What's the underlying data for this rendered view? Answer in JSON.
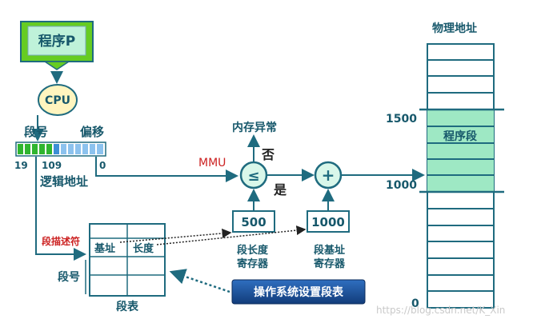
{
  "program": {
    "label": "程序P"
  },
  "cpu": {
    "label": "CPU"
  },
  "logical_address": {
    "segment_label": "段号",
    "offset_label": "偏移",
    "left_bit": "19",
    "mid_bit": "109",
    "right_bit": "0",
    "caption": "逻辑地址"
  },
  "mmu": {
    "label": "MMU"
  },
  "comparator": {
    "symbol": "≤",
    "exception_label": "内存异常",
    "no_label": "否",
    "yes_label": "是"
  },
  "adder": {
    "symbol": "+"
  },
  "length_register": {
    "value": "500",
    "caption": "段长度寄存器"
  },
  "base_register": {
    "value": "1000",
    "caption": "段基址寄存器"
  },
  "descriptor": {
    "label": "段描述符"
  },
  "segment_table": {
    "base_header": "基址",
    "length_header": "长度",
    "index_label": "段号",
    "caption": "段表"
  },
  "os_note": {
    "label": "操作系统设置段表"
  },
  "physical_memory": {
    "title": "物理地址",
    "label_high": "1500",
    "label_low": "1000",
    "label_zero": "0",
    "segment_label": "程序段"
  },
  "watermark": "https://blog.csdn.net/K_Xin",
  "colors": {
    "accent_green": "#66cc22",
    "teal_dark": "#1f6b7f",
    "mint": "#9ee8c4",
    "navy": "#1c3e78",
    "mmu_red": "#cc2222"
  }
}
